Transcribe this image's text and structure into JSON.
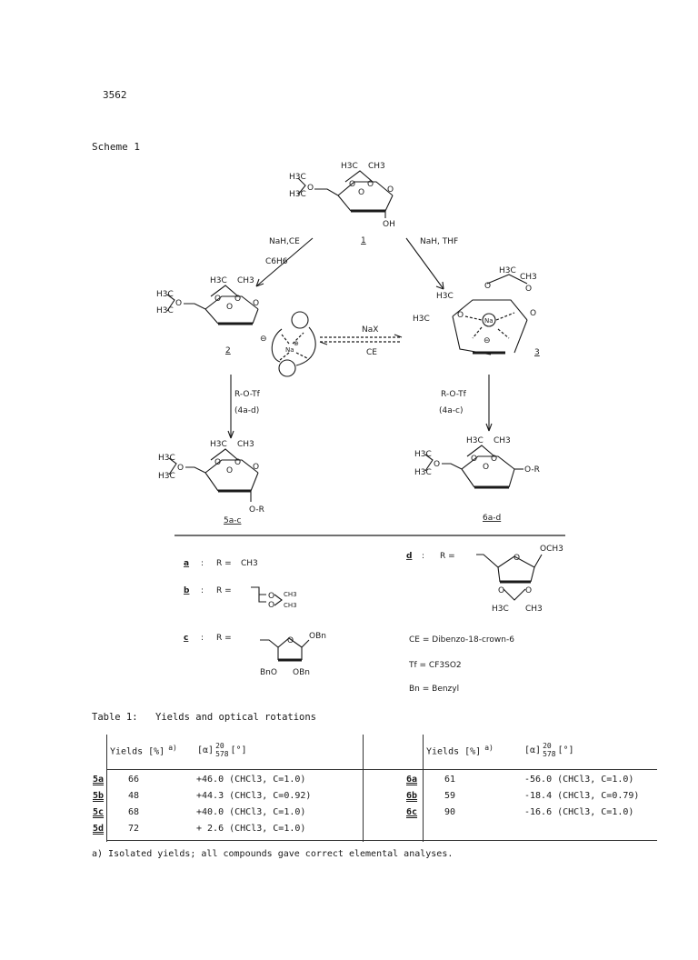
{
  "page": {
    "number": "3562"
  },
  "scheme": {
    "title": "Scheme 1",
    "labels": {
      "c1": "1",
      "c2": "2",
      "c3": "3",
      "c5": "5a-c",
      "c6": "6a-d",
      "h3c": "H3C",
      "ch3": "CH3",
      "oh": "OH",
      "o": "O",
      "or": "O-R",
      "o_r": "O-R",
      "na": "Na",
      "oplus": "⊕",
      "ominus": "⊖"
    },
    "reagents": {
      "left_top": "NaH,CE",
      "left_bottom": "C6H6",
      "right": "NaH, THF",
      "middle_top": "NaX",
      "middle_bottom": "CE",
      "left_down_1": "R-O-Tf",
      "left_down_2": "(4a-d)",
      "right_down_1": "R-O-Tf",
      "right_down_2": "(4a-c)"
    },
    "definitions": {
      "a": {
        "key": "a",
        "sep": ":",
        "r": "R =",
        "value": "CH3"
      },
      "b": {
        "key": "b",
        "sep": ":",
        "r": "R ="
      },
      "c": {
        "key": "c",
        "sep": ":",
        "r": "R =",
        "obn": "OBn",
        "bno": "BnO"
      },
      "d": {
        "key": "d",
        "sep": ":",
        "r": "R =",
        "och3": "OCH3"
      },
      "ce": "CE = Dibenzo-18-crown-6",
      "tf": "Tf = CF3SO2",
      "bn": "Bn = Benzyl"
    }
  },
  "table": {
    "label": "Table 1:",
    "title": "Yields and optical rotations",
    "headers": {
      "yields": "Yields [%]",
      "yields_note": "a)",
      "rotation": "[α]",
      "rot_sup": "20",
      "rot_sub": "578",
      "rot_unit": "[°]"
    },
    "left_rows": [
      {
        "cmpd": "5a",
        "yield": "66",
        "rotation": "+46.0 (CHCl3, C=1.0)"
      },
      {
        "cmpd": "5b",
        "yield": "48",
        "rotation": "+44.3 (CHCl3, C=0.92)"
      },
      {
        "cmpd": "5c",
        "yield": "68",
        "rotation": "+40.0 (CHCl3, C=1.0)"
      },
      {
        "cmpd": "5d",
        "yield": "72",
        "rotation": "+ 2.6 (CHCl3, C=1.0)"
      }
    ],
    "right_rows": [
      {
        "cmpd": "6a",
        "yield": "61",
        "rotation": "-56.0 (CHCl3, C=1.0)"
      },
      {
        "cmpd": "6b",
        "yield": "59",
        "rotation": "-18.4 (CHCl3, C=0.79)"
      },
      {
        "cmpd": "6c",
        "yield": "90",
        "rotation": "-16.6 (CHCl3, C=1.0)"
      }
    ]
  },
  "footnote": "a) Isolated yields; all compounds gave correct elemental analyses."
}
